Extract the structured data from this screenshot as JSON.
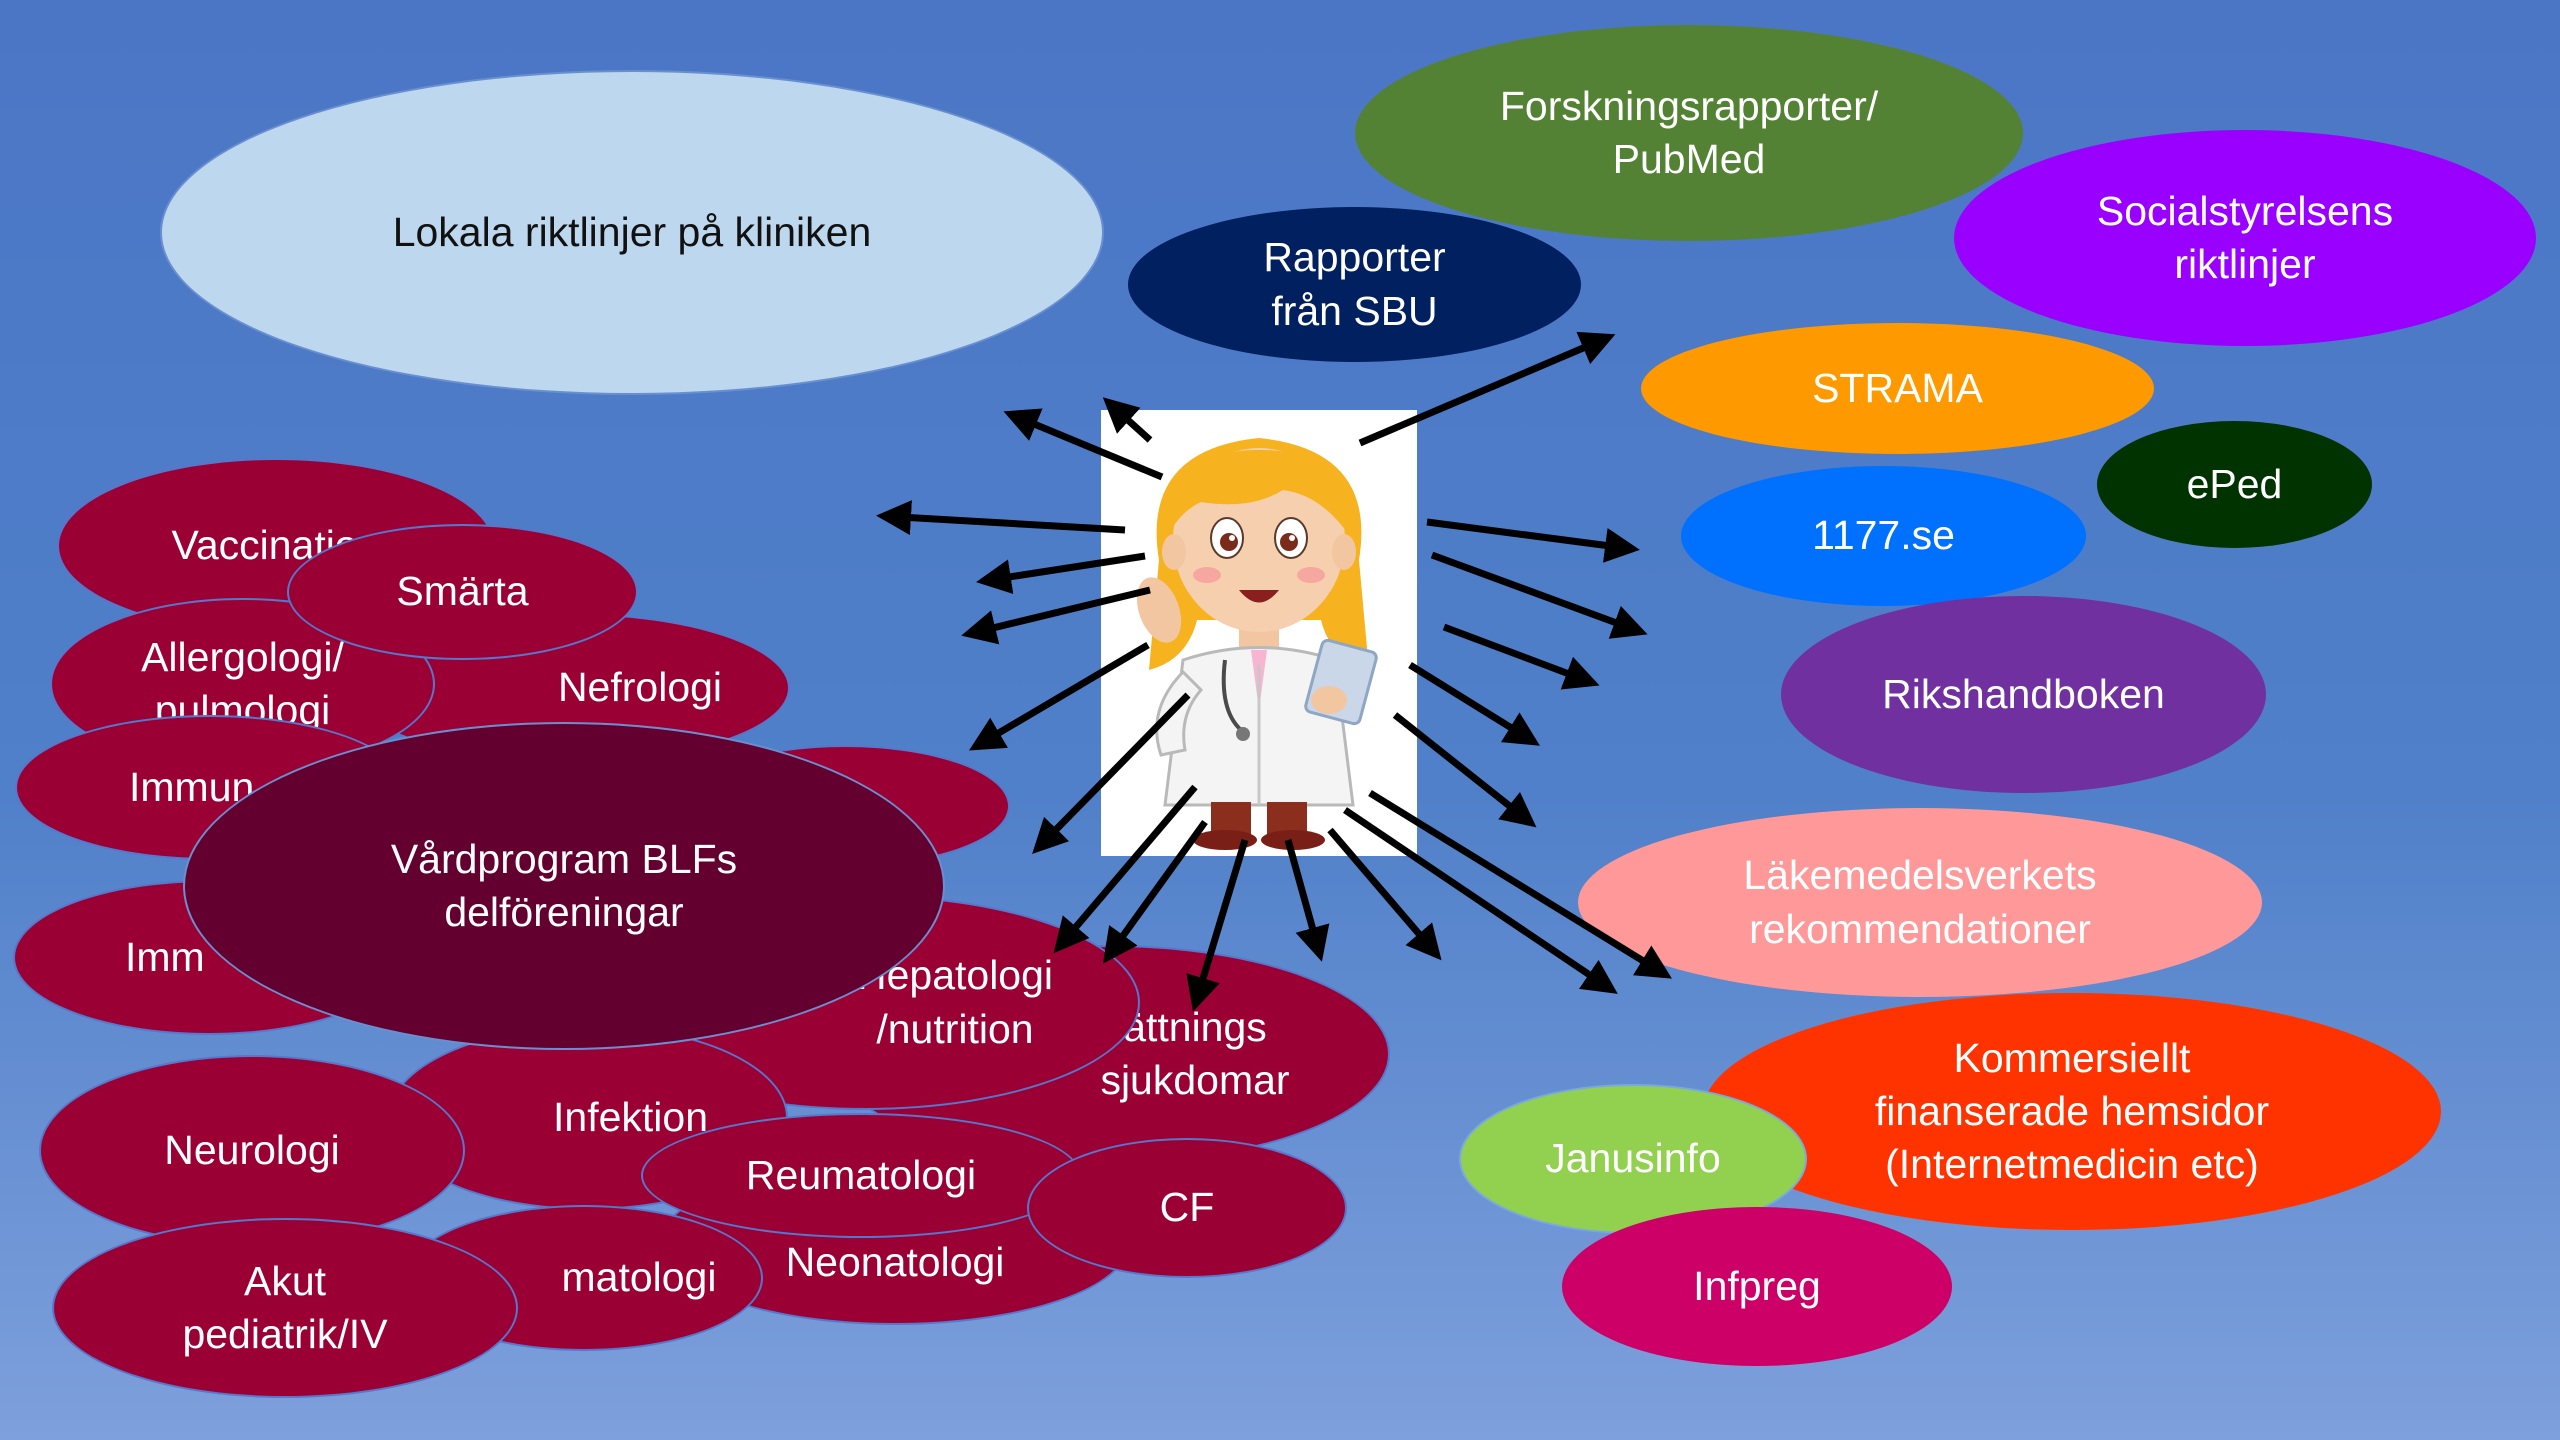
{
  "sources": {
    "lokala": "Lokala riktlinjer på kliniken",
    "forskning": "Forskningsrapporter/\nPubMed",
    "socialstyrelsen": "Socialstyrelsens\nriktlinjer",
    "sbu": "Rapporter\nfrån SBU",
    "strama": "STRAMA",
    "eped": "ePed",
    "site1177": "1177.se",
    "rikshandboken": "Rikshandboken",
    "lakemedelsverket": "Läkemedelsverkets\nrekommendationer",
    "kommersiellt": "Kommersiellt\nfinanserade hemsidor\n(Internetmedicin etc)",
    "janusinfo": "Janusinfo",
    "infpreg": "Infpreg"
  },
  "specialties": {
    "vaccination": "Vaccination",
    "smarta": "Smärta",
    "allergologi": "Allergologi/\npulmologi",
    "nefrologi": "Nefrologi",
    "immun1": "Immun",
    "vardprogram": "Vårdprogram BLFs\ndelföreningar",
    "immun2": "Imm",
    "hepatologi": "Hepatologi\n/nutrition",
    "amnesomsattnings": "ättnings\nsjukdomar",
    "neurologi": "Neurologi",
    "infektion": "Infektion",
    "reumatologi": "Reumatologi",
    "cf": "CF",
    "akut": "Akut\npediatrik/IV",
    "hematologi": "matologi",
    "neonatologi": "Neonatologi"
  },
  "colors": {
    "specialty": "#9b0034",
    "vardprogram": "#640030",
    "lokala": "#bdd7ee",
    "forskning": "#548235",
    "socialstyrelsen": "#9900ff",
    "sbu": "#002060",
    "strama": "#ff9900",
    "eped": "#003300",
    "site1177": "#0070ff",
    "rikshandboken": "#7030a0",
    "lakemedelsverket": "#ff9999",
    "kommersiellt": "#ff3300",
    "janusinfo": "#92d050",
    "infpreg": "#cc0066"
  },
  "central_figure": "doctor-cartoon"
}
